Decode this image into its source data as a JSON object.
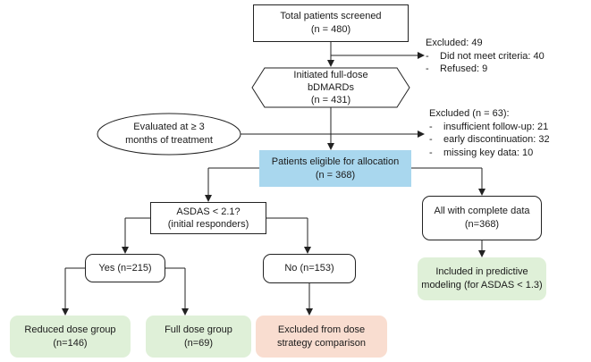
{
  "nodes": {
    "screened": {
      "line1": "Total patients screened",
      "line2": "(n = 480)"
    },
    "initiated": {
      "line1": "Initiated full-dose",
      "line2": "bDMARDs",
      "line3": "(n = 431)"
    },
    "evaluated": {
      "line1": "Evaluated at ≥ 3",
      "line2": "months of treatment"
    },
    "eligible": {
      "line1": "Patients eligible for allocation",
      "line2": "(n = 368)"
    },
    "asdas": {
      "line1": "ASDAS < 2.1?",
      "line2": "(initial responders)"
    },
    "all_complete": {
      "line1": "All with complete data",
      "line2": "(n=368)"
    },
    "yes": {
      "label": "Yes (n=215)"
    },
    "no": {
      "label": "No (n=153)"
    },
    "predictive": {
      "line1": "Included in predictive",
      "line2": "modeling (for ASDAS < 1.3)"
    },
    "reduced": {
      "line1": "Reduced dose group",
      "line2": "(n=146)"
    },
    "full": {
      "line1": "Full dose group",
      "line2": "(n=69)"
    },
    "excluded_dose": {
      "line1": "Excluded from dose",
      "line2": "strategy comparison"
    }
  },
  "exclusions": {
    "first": {
      "title": "Excluded: 49",
      "items": [
        "Did not meet criteria: 40",
        "Refused: 9"
      ]
    },
    "second": {
      "title": "Excluded (n = 63):",
      "items": [
        "insufficient follow-up: 21",
        "early discontinuation: 32",
        "missing key data: 10"
      ]
    }
  },
  "colors": {
    "eligible_fill": "#a9d7ee",
    "included_fill": "#dff0d8",
    "excluded_fill": "#f9ddd0",
    "line": "#222222"
  }
}
